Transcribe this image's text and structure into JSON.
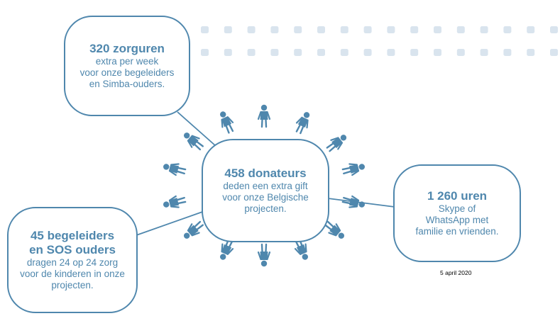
{
  "colors": {
    "accent": "#4f87ad",
    "dots": "#d9e4ee"
  },
  "boxes": {
    "zorguren": {
      "heading": "320 zorguren",
      "text": "extra per week\nvoor onze begeleiders\nen Simba-ouders."
    },
    "donateurs": {
      "heading": "458 donateurs",
      "text": "deden een extra gift\nvoor onze Belgische\nprojecten."
    },
    "uren": {
      "heading": "1 260 uren",
      "text": "Skype of\nWhatsApp met\nfamilie en vrienden."
    },
    "begeleiders": {
      "heading": "45 begeleiders\nen SOS ouders",
      "text": "dragen 24 op 24 zorg\nvoor de kinderen in onze\nprojecten."
    }
  },
  "date": "5 april 2020",
  "icons": {
    "person": "person-icon",
    "dot": "dot-decoration"
  }
}
